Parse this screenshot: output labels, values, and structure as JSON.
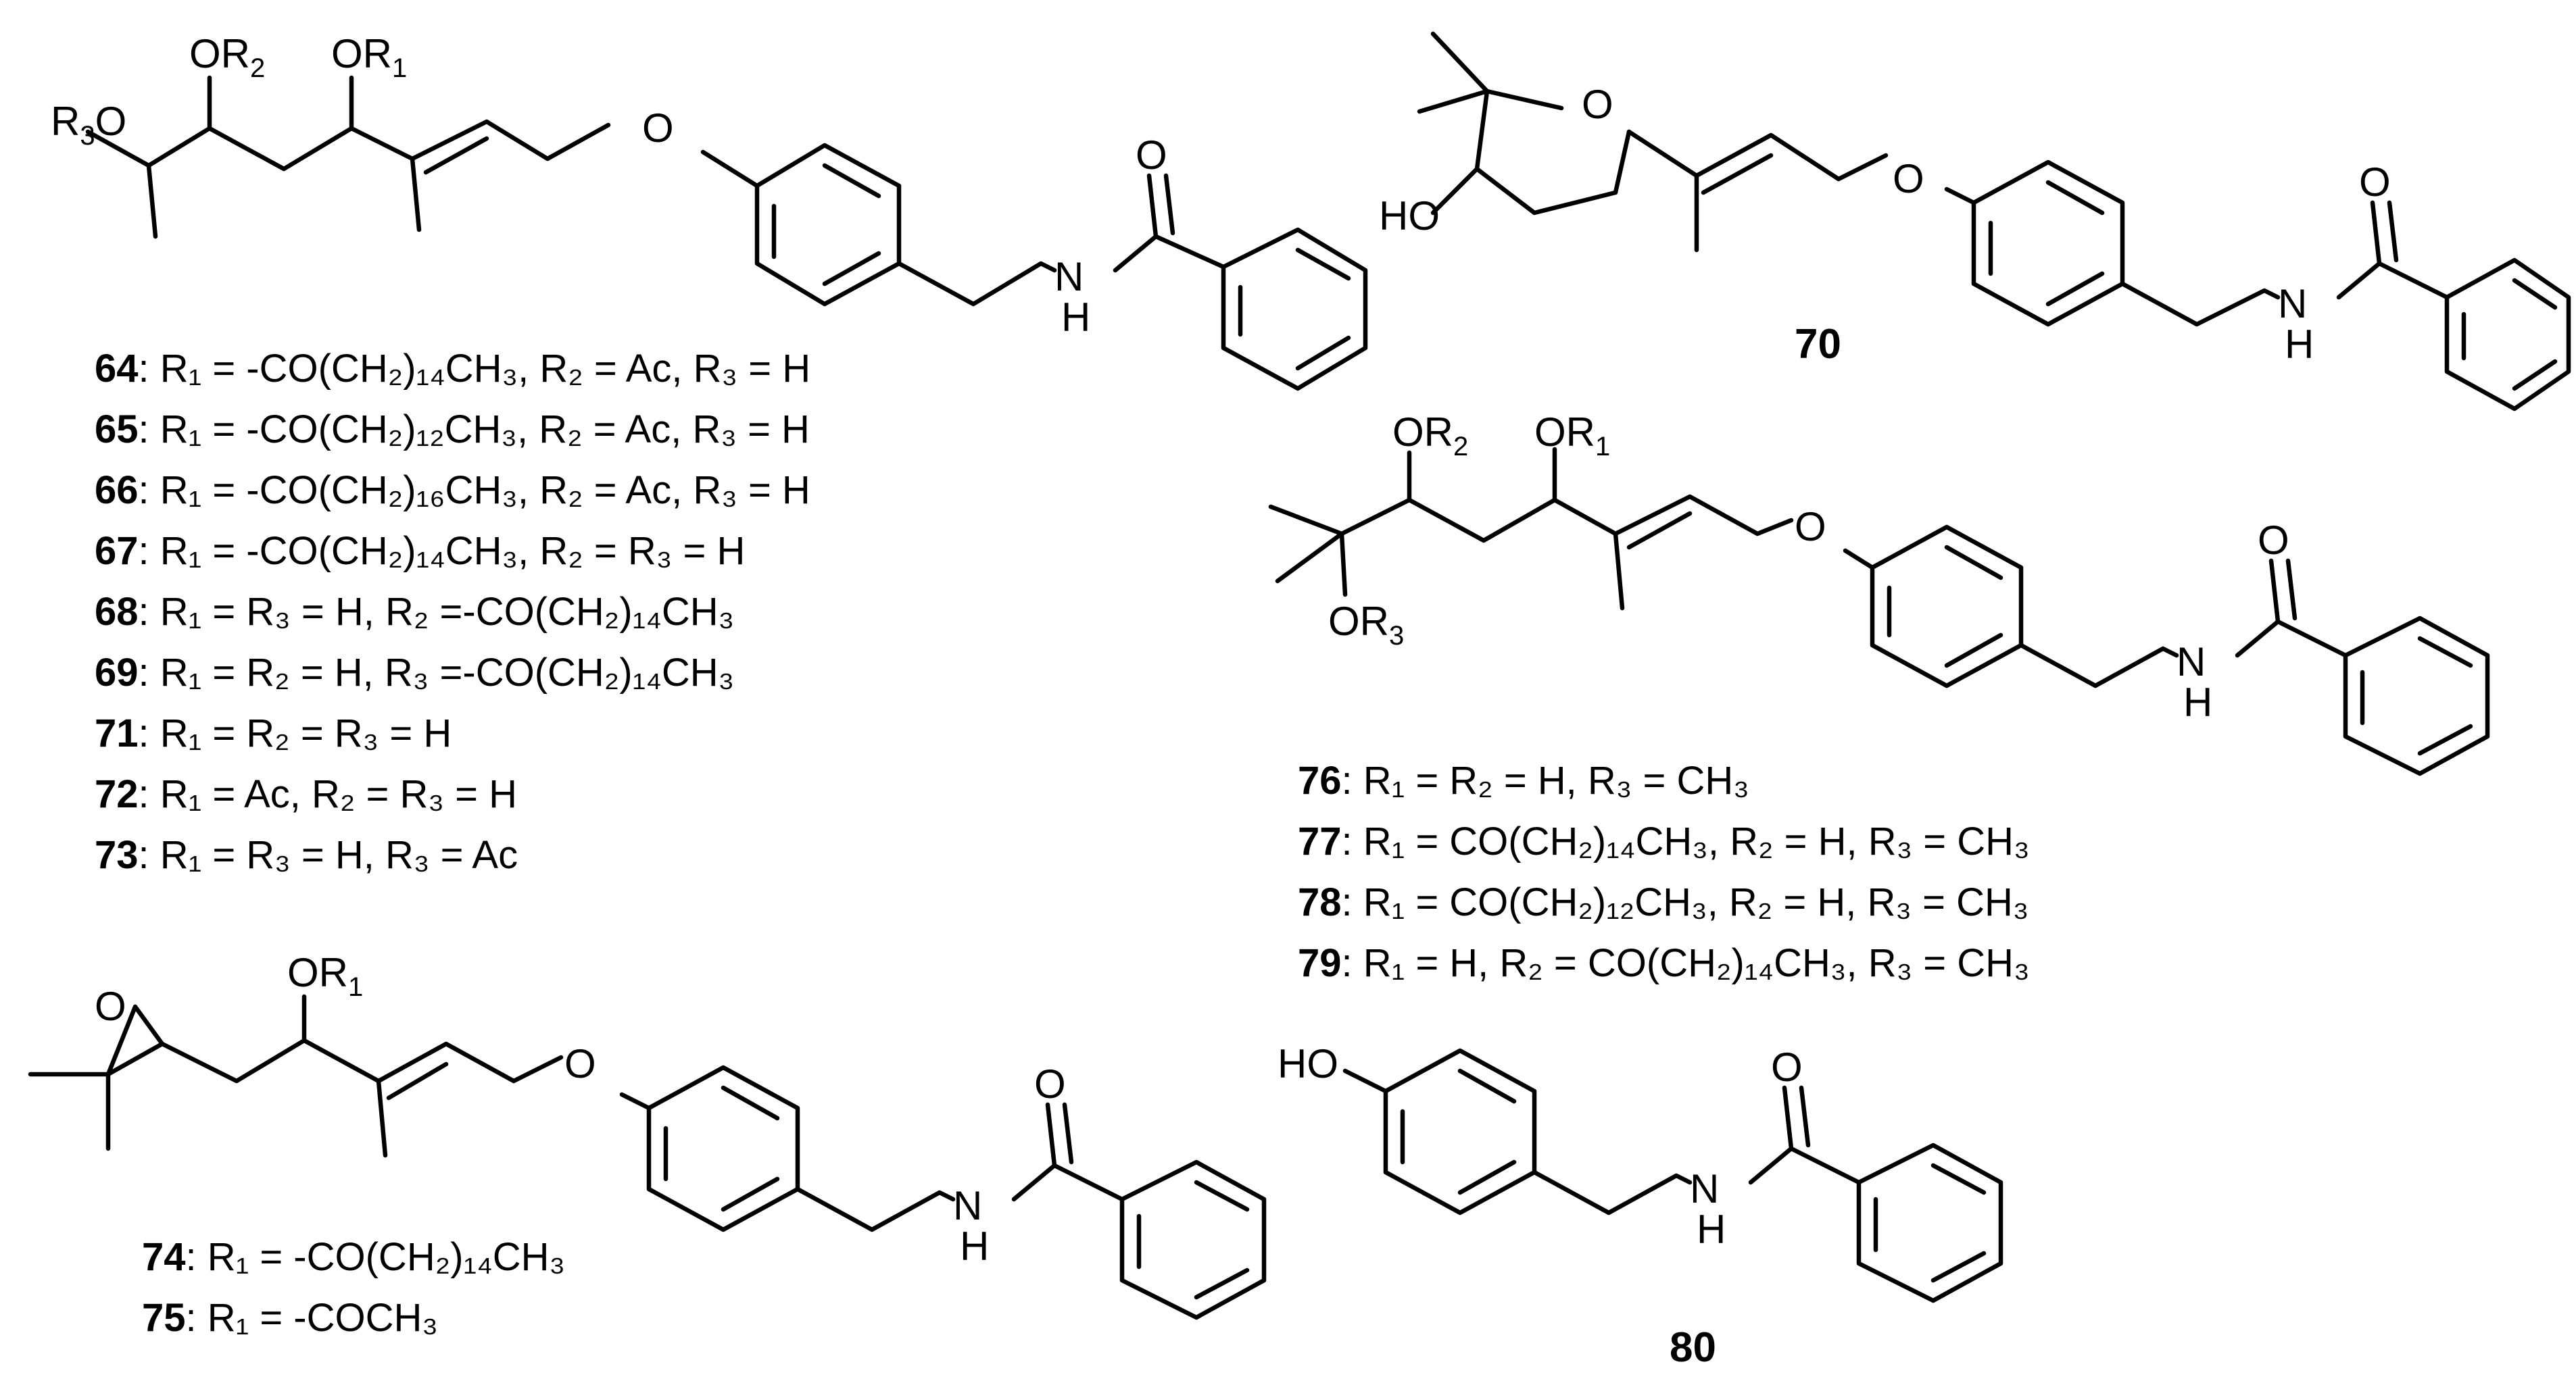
{
  "compounds": [
    {
      "id": "64",
      "text": ": R₁ = -CO(CH₂)₁₄CH₃, R₂ = Ac, R₃ = H"
    },
    {
      "id": "65",
      "text": ": R₁ = -CO(CH₂)₁₂CH₃, R₂ = Ac, R₃ = H"
    },
    {
      "id": "66",
      "text": ": R₁ = -CO(CH₂)₁₆CH₃, R₂ = Ac, R₃ = H"
    },
    {
      "id": "67",
      "text": ": R₁ = -CO(CH₂)₁₄CH₃, R₂ = R₃ = H"
    },
    {
      "id": "68",
      "text": ": R₁ = R₃ = H,  R₂ =-CO(CH₂)₁₄CH₃"
    },
    {
      "id": "69",
      "text": ": R₁ = R₂ = H,  R₃ =-CO(CH₂)₁₄CH₃"
    },
    {
      "id": "71",
      "text": ": R₁ = R₂ = R₃ = H"
    },
    {
      "id": "72",
      "text": ": R₁ = Ac, R₂ = R₃ = H"
    },
    {
      "id": "73",
      "text": ": R₁ = R₃ = H, R₃ = Ac"
    },
    {
      "id": "74",
      "text": ": R₁ = -CO(CH₂)₁₄CH₃"
    },
    {
      "id": "75",
      "text": ": R₁ = -COCH₃"
    },
    {
      "id": "76",
      "text": ": R₁ = R₂ = H, R₃ = CH₃"
    },
    {
      "id": "77",
      "text": ": R₁ = CO(CH₂)₁₄CH₃, R₂ = H, R₃ = CH₃"
    },
    {
      "id": "78",
      "text": ": R₁ = CO(CH₂)₁₂CH₃, R₂ = H, R₃ = CH₃"
    },
    {
      "id": "79",
      "text": ": R₁ = H,  R₂ = CO(CH₂)₁₄CH₃, R₃ = CH₃"
    }
  ],
  "standalone_labels": {
    "c70": "70",
    "c80": "80"
  },
  "atoms": {
    "or1": "OR₁",
    "or2": "OR₂",
    "or3": "OR₃",
    "r3o": "R₃O",
    "o": "O",
    "nh_n": "N",
    "nh_h": "H",
    "ho": "HO"
  }
}
